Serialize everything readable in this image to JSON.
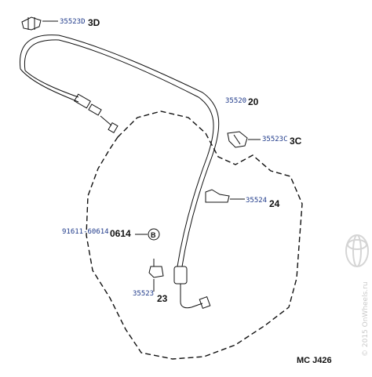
{
  "parts": [
    {
      "number": "35523D",
      "ref": "3D",
      "name": "clamp-top"
    },
    {
      "number": "35520",
      "ref": "20",
      "name": "cable"
    },
    {
      "number": "35523C",
      "ref": "3C",
      "name": "clamp-c"
    },
    {
      "number": "35524",
      "ref": "24",
      "name": "bracket"
    },
    {
      "number": "91611-60614",
      "ref": "0614",
      "name": "bolt"
    },
    {
      "number": "35523",
      "ref": "23",
      "name": "clamp-lower"
    }
  ],
  "bolt_symbol": "B",
  "diagram_code": "MC J426",
  "watermark": "© 2015 OnWheels.ru",
  "colors": {
    "part_number": "#1f3a8a",
    "line": "#111111",
    "watermark": "#c9c9c9"
  }
}
